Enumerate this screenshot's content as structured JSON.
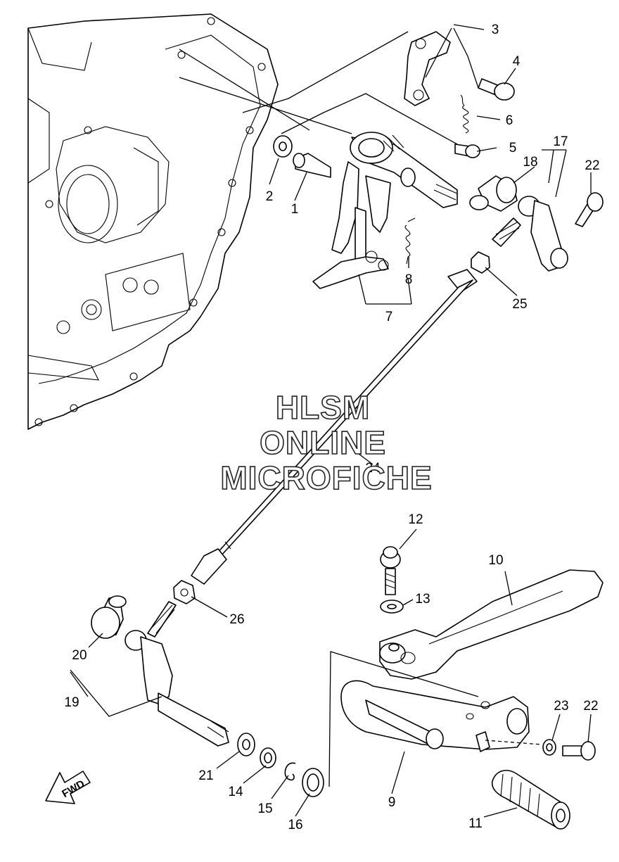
{
  "callouts": {
    "c1": "1",
    "c2": "2",
    "c3": "3",
    "c4": "4",
    "c5": "5",
    "c6": "6",
    "c7": "7",
    "c8": "8",
    "c9": "9",
    "c10": "10",
    "c11": "11",
    "c12": "12",
    "c13": "13",
    "c14": "14",
    "c15": "15",
    "c16": "16",
    "c17": "17",
    "c18": "18",
    "c19": "19",
    "c20": "20",
    "c21": "21",
    "c22a": "22",
    "c22b": "22",
    "c23": "23",
    "c24": "24",
    "c25": "25",
    "c26": "26"
  },
  "watermark": {
    "line1": "HLSM",
    "line2": "ONLINE",
    "line3": "MICROFICHE"
  },
  "direction_arrow": {
    "label": "FWD"
  }
}
